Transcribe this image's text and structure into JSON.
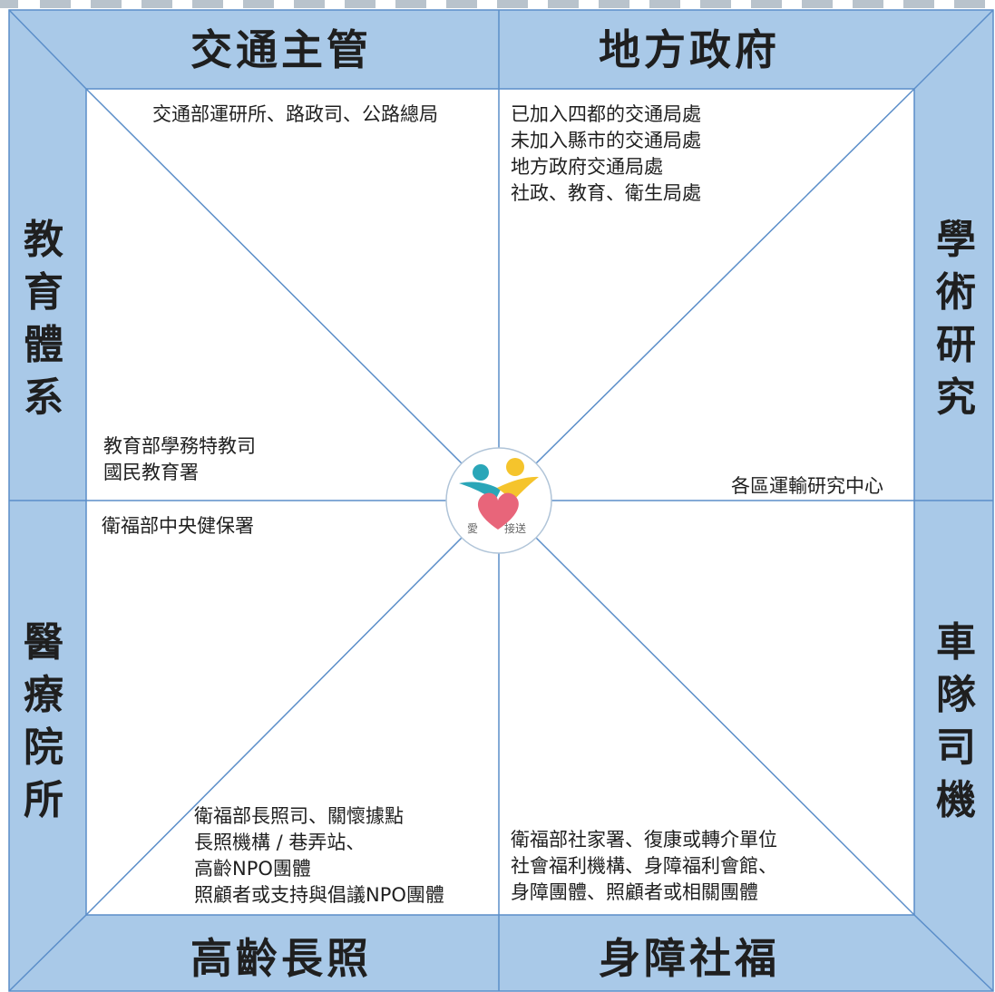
{
  "titles": {
    "top_left": "交通主管",
    "top_right": "地方政府",
    "left_top": "教育體系",
    "right_top": "學術研究",
    "left_bottom": "醫療院所",
    "right_bottom": "車隊司機",
    "bottom_left": "高齡長照",
    "bottom_right": "身障社福"
  },
  "notes": {
    "transport": [
      "交通部運研所、路政司、公路總局"
    ],
    "local_gov": [
      "已加入四都的交通局處",
      "未加入縣市的交通局處",
      "地方政府交通局處",
      "社政、教育、衛生局處"
    ],
    "education": [
      "教育部學務特教司",
      "國民教育署"
    ],
    "research": [
      "各區運輸研究中心"
    ],
    "medical": [
      "衛福部中央健保署"
    ],
    "elderly": [
      "衛福部長照司、關懷據點",
      "長照機構 / 巷弄站、",
      "高齡NPO團體",
      "照顧者或支持與倡議NPO團體"
    ],
    "disability": [
      "衛福部社家署、復康或轉介單位",
      "社會福利機構、身障福利會館、",
      "身障團體、照顧者或相關團體"
    ]
  },
  "logo": {
    "text_left": "愛",
    "text_right": "接送"
  },
  "colors": {
    "frame": "#a9c9e8",
    "line": "#5b8ec9",
    "heart": "#e8657a",
    "teal": "#2aa6b8",
    "yellow": "#f5c42c"
  }
}
